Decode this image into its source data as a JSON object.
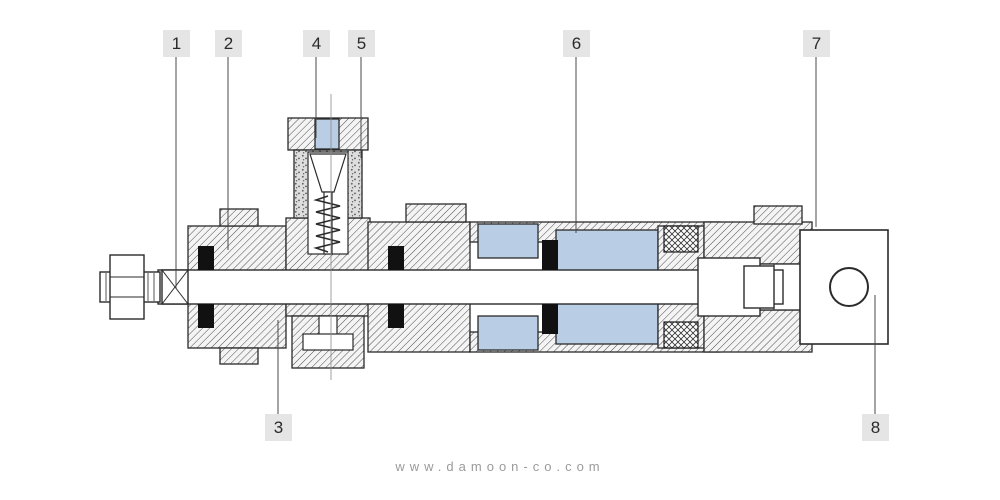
{
  "callouts": [
    {
      "label": "1"
    },
    {
      "label": "2"
    },
    {
      "label": "3"
    },
    {
      "label": "4"
    },
    {
      "label": "5"
    },
    {
      "label": "6"
    },
    {
      "label": "7"
    },
    {
      "label": "8"
    }
  ],
  "watermark": {
    "text": "www.damoon-co.com"
  },
  "colors": {
    "chamber_blue": "#b9cee4",
    "label_bg": "#e5e5e5",
    "line_dark": "#2a2a2a",
    "watermark_gray": "#9b9b9b"
  }
}
